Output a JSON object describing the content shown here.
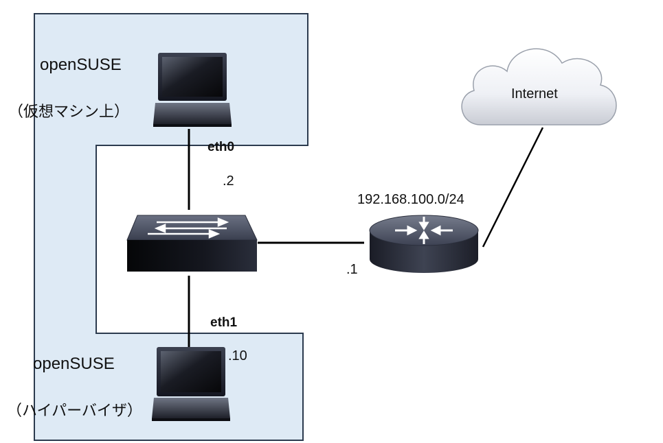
{
  "vm_host": {
    "name": "openSUSE",
    "role": "（仮想マシン上）",
    "interface": "eth0",
    "ip_suffix": ".2"
  },
  "hypervisor_host": {
    "name": "openSUSE",
    "role": "（ハイパーバイザ）",
    "interface": "eth1",
    "ip_suffix": ".10"
  },
  "router": {
    "ip_suffix": ".1"
  },
  "network": {
    "subnet": "192.168.100.0/24"
  },
  "cloud": {
    "label": "Internet"
  },
  "colors": {
    "region_fill": "#deeaf5",
    "region_stroke": "#2b3a4e",
    "device_dark": "#14161f",
    "link": "#000000"
  }
}
